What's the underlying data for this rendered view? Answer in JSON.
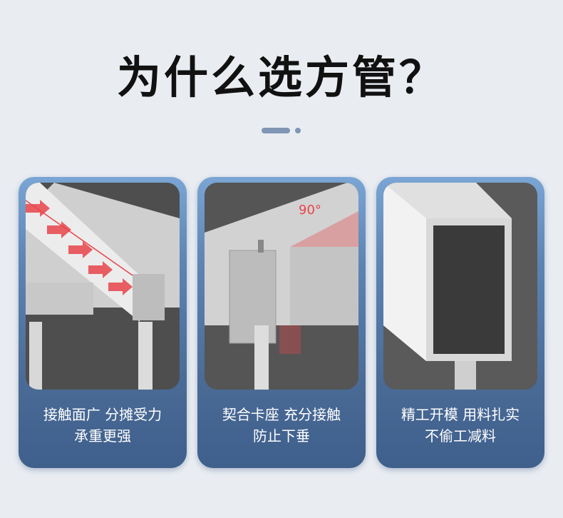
{
  "title": "为什么选方管？",
  "cards": [
    {
      "line1": "接触面广 分摊受力",
      "line2": "承重更强"
    },
    {
      "line1": "契合卡座 充分接触",
      "line2": "防止下垂",
      "angle_label": "90°"
    },
    {
      "line1": "精工开模 用料扎实",
      "line2": "不偷工减料"
    }
  ],
  "colors": {
    "accent": "#e8454a",
    "card": "#4a6b96"
  }
}
